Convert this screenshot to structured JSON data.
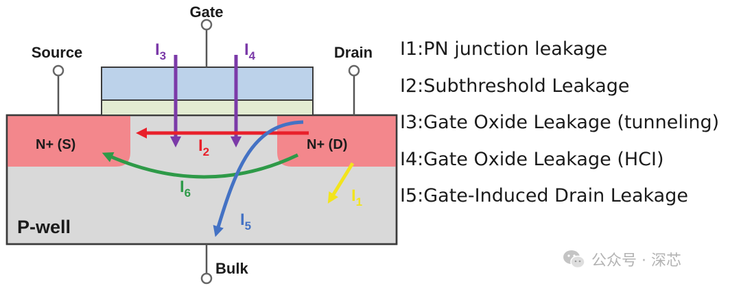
{
  "terminals": {
    "gate": "Gate",
    "source": "Source",
    "drain": "Drain",
    "bulk": "Bulk"
  },
  "regions": {
    "source": "N+ (S)",
    "drain": "N+ (D)",
    "well": "P-well"
  },
  "currents": {
    "i1": {
      "main": "I",
      "sub": "1",
      "color": "#f2e41d"
    },
    "i2": {
      "main": "I",
      "sub": "2",
      "color": "#e8202a"
    },
    "i3": {
      "main": "I",
      "sub": "3",
      "color": "#7b3aa8"
    },
    "i4": {
      "main": "I",
      "sub": "4",
      "color": "#7b3aa8"
    },
    "i5": {
      "main": "I",
      "sub": "5",
      "color": "#4472c4"
    },
    "i6": {
      "main": "I",
      "sub": "6",
      "color": "#2e9a48"
    }
  },
  "legend": [
    "I1:PN junction leakage",
    "I2:Subthreshold Leakage",
    "I3:Gate Oxide Leakage (tunneling)",
    "I4:Gate Oxide Leakage (HCI)",
    "I5:Gate-Induced Drain Leakage"
  ],
  "watermark": {
    "text": "公众号 · 深芯",
    "icon": "wechat-icon"
  },
  "colors": {
    "substrate": "#d9d9d9",
    "n_plus": "#f3878c",
    "gate_poly": "#bcd2ea",
    "gate_oxide": "#e3ecd2"
  }
}
